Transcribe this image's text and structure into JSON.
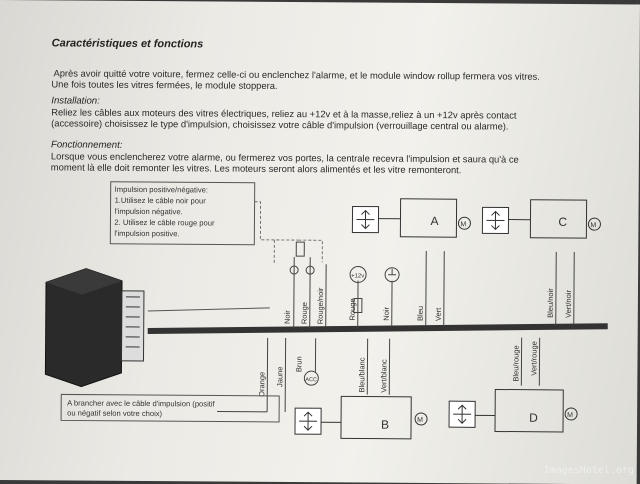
{
  "document": {
    "title": "Caractéristiques et fonctions",
    "intro": [
      "Après avoir quitté votre voiture, fermez celle-ci ou enclenchez l'alarme, et le module window rollup fermera vos vitres.",
      "Une fois toutes les vitres fermées, le module stoppera."
    ],
    "installation_heading": "Installation:",
    "installation": [
      "Reliez les câbles aux moteurs des vitres électriques, reliez au +12v et à la masse,reliez à un +12v après contact",
      "(accessoire) choisissez le type d'impulsion, choisissez votre câble d'impulsion (verrouillage central ou alarme)."
    ],
    "fonctionnement_heading": "Fonctionnement:",
    "fonctionnement": [
      "Lorsque vous enclencherez votre alarme, ou fermerez vos portes, la centrale recevra l'impulsion et saura qu'à ce",
      "moment là elle doit remonter les vitres. Les moteurs seront alors alimentés et les vitre remonteront."
    ]
  },
  "diagram": {
    "impulse_box": [
      "Impulsion positive/négative:",
      "1.Utilisez le câble noir pour",
      "l'impulsion négative.",
      "2. Utilisez le câble rouge pour",
      "l'impulsion positive."
    ],
    "bottom_box": [
      "A brancher avec le câble d'impulsion (positif",
      "ou négatif selon votre choix)"
    ],
    "wires_top": [
      "Noir",
      "Rouge",
      "Rouge/noir",
      "Rouge",
      "Noir",
      "Bleu",
      "Vert",
      "Bleu/noir",
      "Vert/noir"
    ],
    "wires_bottom": [
      "Orange",
      "Jaune",
      "Brun",
      "Bleu/blanc",
      "Vert/blanc",
      "Bleu/rouge",
      "Vert/rouge"
    ],
    "motors": [
      "A",
      "B",
      "C",
      "D"
    ],
    "motor_symbol": "M",
    "supply_label": "+12v",
    "acc_label": "ACC"
  },
  "watermark": "ImagesHotel.org"
}
